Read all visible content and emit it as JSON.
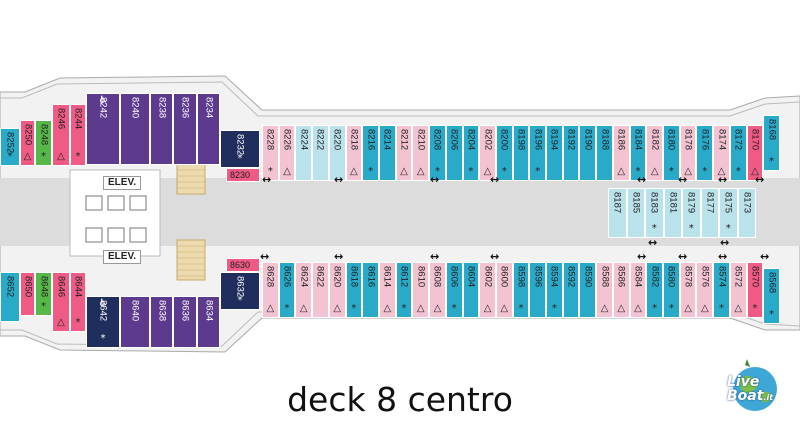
{
  "caption": "deck 8 centro",
  "logo": {
    "line1": "Live",
    "line2": "Boat",
    "suffix": ".it"
  },
  "elevators": [
    "ELEV.",
    "ELEV."
  ],
  "colors": {
    "teal": "#29aac9",
    "light_teal": "#b9e2ea",
    "pink": "#ef5b84",
    "light_pink": "#f4c3d2",
    "purple": "#5c3a8e",
    "navy": "#1f2e5c",
    "green": "#55b848",
    "corridor": "#dcdcdc",
    "stair": "#eddbb0",
    "hull": "#dcdcdc"
  },
  "symbols": {
    "accessible": "♿",
    "star": "*",
    "triangle": "△",
    "connecting": "↔"
  },
  "top_cabins": [
    {
      "n": "8252",
      "c": "teal",
      "m": "*"
    },
    {
      "n": "8250",
      "c": "pink",
      "m": "△"
    },
    {
      "n": "8248",
      "c": "green",
      "m": "*"
    },
    {
      "n": "8246",
      "c": "pink",
      "m": "△"
    },
    {
      "n": "8244",
      "c": "pink",
      "m": "*"
    },
    {
      "n": "8242",
      "c": "purple",
      "m": "",
      "acc": true
    },
    {
      "n": "8240",
      "c": "purple",
      "m": ""
    },
    {
      "n": "8238",
      "c": "purple",
      "m": ""
    },
    {
      "n": "8236",
      "c": "purple",
      "m": ""
    },
    {
      "n": "8234",
      "c": "purple",
      "m": ""
    },
    {
      "n": "8232",
      "c": "navy",
      "m": "*"
    },
    {
      "n": "8230",
      "c": "pink",
      "m": ""
    },
    {
      "n": "8228",
      "c": "light_pink",
      "m": "*"
    },
    {
      "n": "8226",
      "c": "light_pink",
      "m": "△"
    },
    {
      "n": "8224",
      "c": "light_teal",
      "m": ""
    },
    {
      "n": "8222",
      "c": "light_teal",
      "m": ""
    },
    {
      "n": "8220",
      "c": "light_teal",
      "m": ""
    },
    {
      "n": "8218",
      "c": "light_pink",
      "m": "△"
    },
    {
      "n": "8216",
      "c": "teal",
      "m": "*"
    },
    {
      "n": "8214",
      "c": "teal",
      "m": ""
    },
    {
      "n": "8212",
      "c": "light_pink",
      "m": "△"
    },
    {
      "n": "8210",
      "c": "light_pink",
      "m": "△"
    },
    {
      "n": "8208",
      "c": "teal",
      "m": "*"
    },
    {
      "n": "8206",
      "c": "teal",
      "m": ""
    },
    {
      "n": "8204",
      "c": "teal",
      "m": "*"
    },
    {
      "n": "8202",
      "c": "light_pink",
      "m": "△"
    },
    {
      "n": "8200",
      "c": "teal",
      "m": "*"
    },
    {
      "n": "8198",
      "c": "teal",
      "m": ""
    },
    {
      "n": "8196",
      "c": "teal",
      "m": "*"
    },
    {
      "n": "8194",
      "c": "teal",
      "m": ""
    },
    {
      "n": "8192",
      "c": "teal",
      "m": ""
    },
    {
      "n": "8190",
      "c": "teal",
      "m": ""
    },
    {
      "n": "8188",
      "c": "teal",
      "m": ""
    },
    {
      "n": "8186",
      "c": "light_pink",
      "m": "△"
    },
    {
      "n": "8184",
      "c": "teal",
      "m": "*"
    },
    {
      "n": "8182",
      "c": "light_pink",
      "m": "△"
    },
    {
      "n": "8180",
      "c": "teal",
      "m": "*"
    },
    {
      "n": "8178",
      "c": "light_pink",
      "m": "△"
    },
    {
      "n": "8176",
      "c": "teal",
      "m": "*"
    },
    {
      "n": "8174",
      "c": "light_pink",
      "m": "△"
    },
    {
      "n": "8172",
      "c": "teal",
      "m": "*"
    },
    {
      "n": "8170",
      "c": "pink",
      "m": "△"
    },
    {
      "n": "8168",
      "c": "teal",
      "m": "*"
    }
  ],
  "bottom_cabins": [
    {
      "n": "8652",
      "c": "teal",
      "m": ""
    },
    {
      "n": "8650",
      "c": "pink",
      "m": ""
    },
    {
      "n": "8648",
      "c": "green",
      "m": "*"
    },
    {
      "n": "8646",
      "c": "pink",
      "m": "△"
    },
    {
      "n": "8644",
      "c": "pink",
      "m": "*"
    },
    {
      "n": "8642",
      "c": "navy",
      "m": "*",
      "acc": true
    },
    {
      "n": "8640",
      "c": "purple",
      "m": ""
    },
    {
      "n": "8638",
      "c": "purple",
      "m": ""
    },
    {
      "n": "8636",
      "c": "purple",
      "m": ""
    },
    {
      "n": "8634",
      "c": "purple",
      "m": ""
    },
    {
      "n": "8632",
      "c": "navy",
      "m": "*"
    },
    {
      "n": "8630",
      "c": "pink",
      "m": ""
    },
    {
      "n": "8628",
      "c": "light_pink",
      "m": "△"
    },
    {
      "n": "8626",
      "c": "teal",
      "m": "*"
    },
    {
      "n": "8624",
      "c": "light_pink",
      "m": "△"
    },
    {
      "n": "8622",
      "c": "light_pink",
      "m": ""
    },
    {
      "n": "8620",
      "c": "light_pink",
      "m": "△"
    },
    {
      "n": "8618",
      "c": "teal",
      "m": "*"
    },
    {
      "n": "8616",
      "c": "teal",
      "m": ""
    },
    {
      "n": "8614",
      "c": "light_pink",
      "m": "△"
    },
    {
      "n": "8612",
      "c": "teal",
      "m": "*"
    },
    {
      "n": "8610",
      "c": "light_pink",
      "m": "△"
    },
    {
      "n": "8608",
      "c": "light_pink",
      "m": "△"
    },
    {
      "n": "8606",
      "c": "teal",
      "m": "*"
    },
    {
      "n": "8604",
      "c": "teal",
      "m": ""
    },
    {
      "n": "8602",
      "c": "light_pink",
      "m": "△"
    },
    {
      "n": "8600",
      "c": "light_pink",
      "m": "△"
    },
    {
      "n": "8598",
      "c": "teal",
      "m": "*"
    },
    {
      "n": "8596",
      "c": "teal",
      "m": ""
    },
    {
      "n": "8594",
      "c": "teal",
      "m": "*"
    },
    {
      "n": "8592",
      "c": "teal",
      "m": ""
    },
    {
      "n": "8590",
      "c": "teal",
      "m": ""
    },
    {
      "n": "8588",
      "c": "light_pink",
      "m": "△"
    },
    {
      "n": "8586",
      "c": "light_pink",
      "m": "△"
    },
    {
      "n": "8584",
      "c": "light_pink",
      "m": "△"
    },
    {
      "n": "8582",
      "c": "teal",
      "m": "*"
    },
    {
      "n": "8580",
      "c": "teal",
      "m": "*"
    },
    {
      "n": "8578",
      "c": "light_pink",
      "m": "△"
    },
    {
      "n": "8576",
      "c": "light_pink",
      "m": "△"
    },
    {
      "n": "8574",
      "c": "teal",
      "m": "*"
    },
    {
      "n": "8572",
      "c": "light_pink",
      "m": "△"
    },
    {
      "n": "8570",
      "c": "pink",
      "m": "*"
    },
    {
      "n": "8568",
      "c": "teal",
      "m": "*"
    }
  ],
  "middle_cabins": [
    {
      "n": "8187",
      "m": ""
    },
    {
      "n": "8185",
      "m": ""
    },
    {
      "n": "8183",
      "m": "*"
    },
    {
      "n": "8181",
      "m": ""
    },
    {
      "n": "8179",
      "m": "*"
    },
    {
      "n": "8177",
      "m": ""
    },
    {
      "n": "8175",
      "m": "*"
    },
    {
      "n": "8173",
      "m": ""
    }
  ]
}
